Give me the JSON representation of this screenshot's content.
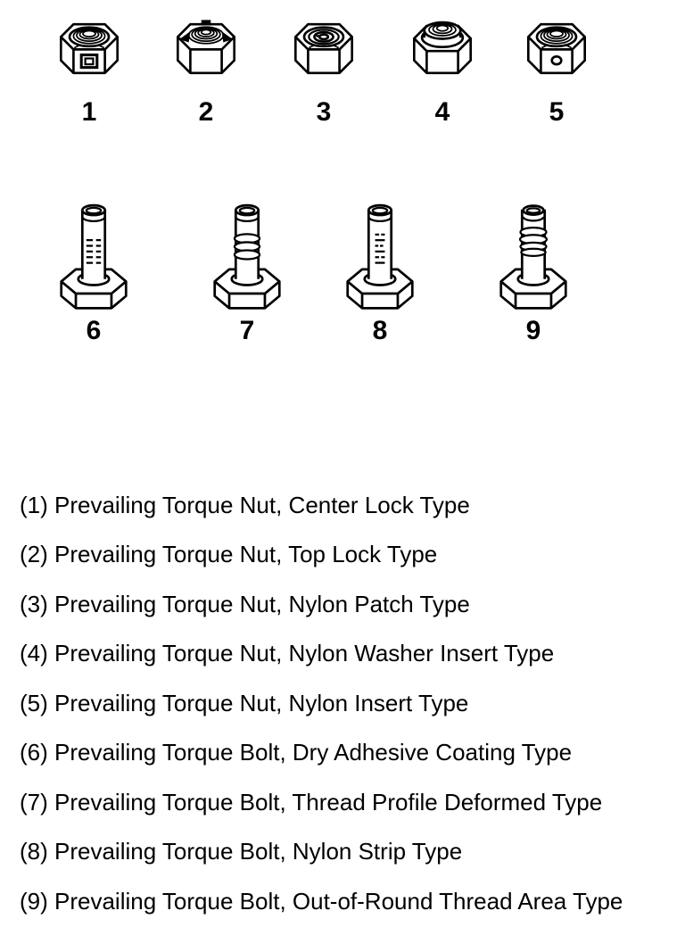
{
  "page": {
    "background": "#ffffff",
    "ink": "#000000"
  },
  "figures": {
    "nuts": [
      {
        "number": "1",
        "type": "Prevailing Torque Nut, Center Lock Type"
      },
      {
        "number": "2",
        "type": "Prevailing Torque Nut, Top Lock Type"
      },
      {
        "number": "3",
        "type": "Prevailing Torque Nut, Nylon Patch Type"
      },
      {
        "number": "4",
        "type": "Prevailing Torque Nut, Nylon Washer Insert Type"
      },
      {
        "number": "5",
        "type": "Prevailing Torque Nut, Nylon Insert Type"
      }
    ],
    "bolts": [
      {
        "number": "6",
        "type": "Prevailing Torque Bolt, Dry Adhesive Coating Type"
      },
      {
        "number": "7",
        "type": "Prevailing Torque Bolt, Thread Profile Deformed Type"
      },
      {
        "number": "8",
        "type": "Prevailing Torque Bolt, Nylon Strip Type"
      },
      {
        "number": "9",
        "type": "Prevailing Torque Bolt, Out-of-Round Thread Area Type"
      }
    ]
  },
  "legend": {
    "entries": [
      {
        "text": "(1) Prevailing Torque Nut, Center Lock Type"
      },
      {
        "text": "(2) Prevailing Torque Nut, Top Lock Type"
      },
      {
        "text": "(3) Prevailing Torque Nut, Nylon Patch Type"
      },
      {
        "text": "(4) Prevailing Torque Nut, Nylon Washer Insert Type"
      },
      {
        "text": "(5) Prevailing Torque Nut, Nylon Insert Type"
      },
      {
        "text": "(6) Prevailing Torque Bolt, Dry Adhesive Coating Type"
      },
      {
        "text": "(7) Prevailing Torque Bolt, Thread Profile Deformed Type"
      },
      {
        "text": "(8) Prevailing Torque Bolt, Nylon Strip Type"
      },
      {
        "text": "(9) Prevailing Torque Bolt, Out-of-Round Thread Area Type"
      }
    ]
  }
}
